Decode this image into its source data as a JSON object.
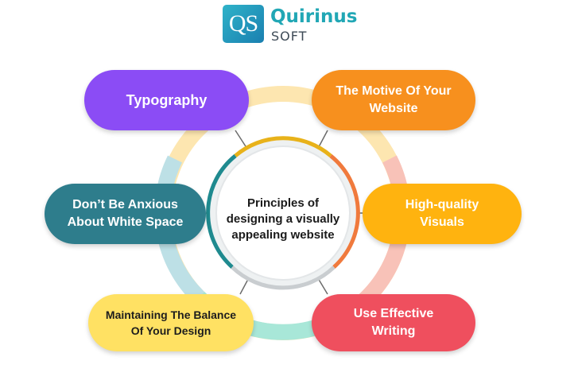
{
  "logo": {
    "mark": "QS",
    "name": "Quirinus",
    "sub": "SOFT"
  },
  "center": {
    "text": "Principles of designing a visually appealing website"
  },
  "principles": [
    {
      "label": "Typography",
      "color": "#8b4cf5"
    },
    {
      "label": "The Motive Of Your Website",
      "color": "#f7901e"
    },
    {
      "label": "Don’t Be Anxious About White Space",
      "color": "#2e7d8c"
    },
    {
      "label": "High-quality Visuals",
      "color": "#ffb30f"
    },
    {
      "label": "Maintaining The Balance Of Your Design",
      "color": "#ffe163"
    },
    {
      "label": "Use Effective Writing",
      "color": "#ef4f5e"
    }
  ],
  "colors": {
    "ring_top": "#fde6b0",
    "ring_right": "#f8c2b8",
    "ring_bottom": "#a8e7d8",
    "ring_left": "#bde0e6",
    "brand": "#21a7b5"
  }
}
